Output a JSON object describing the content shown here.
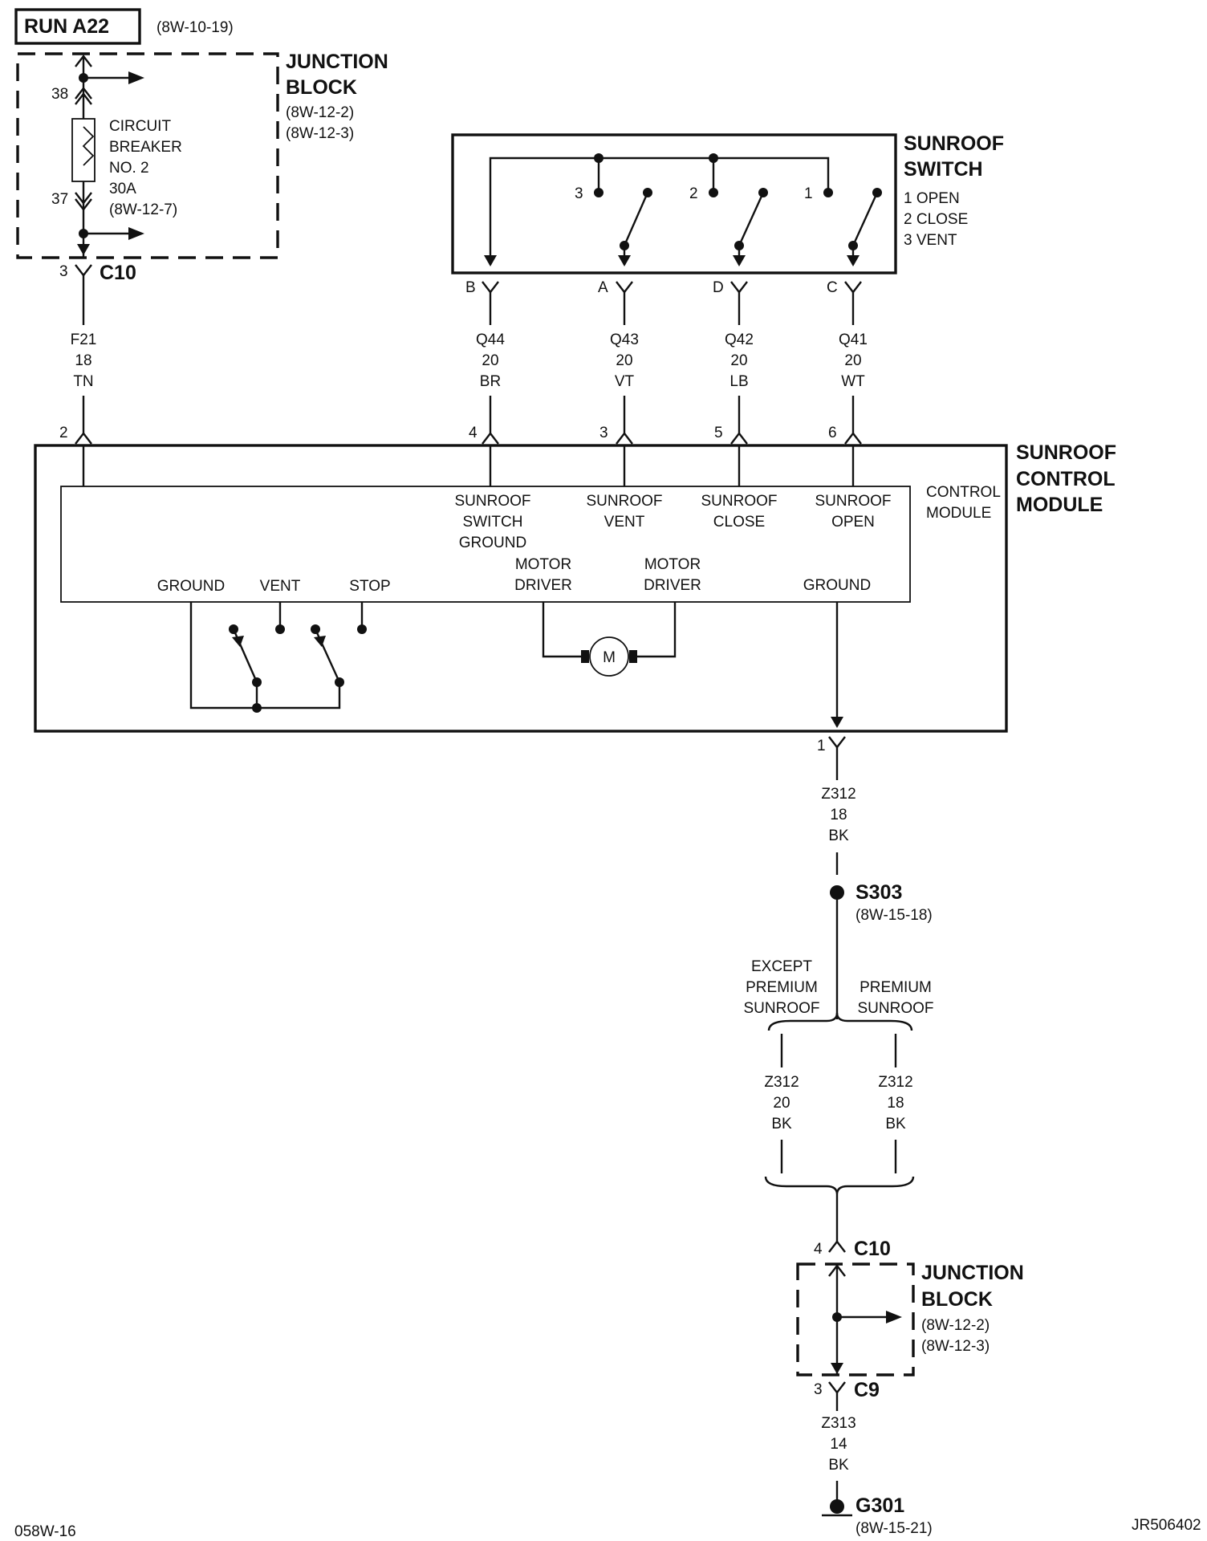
{
  "header": {
    "run_label": "RUN A22",
    "run_ref": "(8W-10-19)"
  },
  "junction_block_top": {
    "title_line1": "JUNCTION",
    "title_line2": "BLOCK",
    "ref1": "(8W-12-2)",
    "ref2": "(8W-12-3)",
    "pin_in": "38",
    "pin_out": "37",
    "breaker_line1": "CIRCUIT",
    "breaker_line2": "BREAKER",
    "breaker_line3": "NO. 2",
    "breaker_rating": "30A",
    "breaker_ref": "(8W-12-7)",
    "connector_pin": "3",
    "connector": "C10"
  },
  "wire_f21": {
    "circuit": "F21",
    "gauge": "18",
    "color": "TN"
  },
  "sunroof_switch": {
    "title_line1": "SUNROOF",
    "title_line2": "SWITCH",
    "legend": [
      "1 OPEN",
      "2 CLOSE",
      "3 VENT"
    ],
    "contacts": [
      "3",
      "2",
      "1"
    ],
    "pins": [
      "B",
      "A",
      "D",
      "C"
    ]
  },
  "switch_wires": [
    {
      "circuit": "Q44",
      "gauge": "20",
      "color": "BR",
      "module_pin": "4"
    },
    {
      "circuit": "Q43",
      "gauge": "20",
      "color": "VT",
      "module_pin": "3"
    },
    {
      "circuit": "Q42",
      "gauge": "20",
      "color": "LB",
      "module_pin": "5"
    },
    {
      "circuit": "Q41",
      "gauge": "20",
      "color": "WT",
      "module_pin": "6"
    }
  ],
  "control_module": {
    "title_line1": "SUNROOF",
    "title_line2": "CONTROL",
    "title_line3": "MODULE",
    "inner_label_line1": "CONTROL",
    "inner_label_line2": "MODULE",
    "power_pin": "2",
    "labels": {
      "switch_ground": [
        "SUNROOF",
        "SWITCH",
        "GROUND"
      ],
      "vent": [
        "SUNROOF",
        "VENT"
      ],
      "close": [
        "SUNROOF",
        "CLOSE"
      ],
      "open": [
        "SUNROOF",
        "OPEN"
      ],
      "ground_left": "GROUND",
      "vent_relay": "VENT",
      "stop": "STOP",
      "motor_driver_1": [
        "MOTOR",
        "DRIVER"
      ],
      "motor_driver_2": [
        "MOTOR",
        "DRIVER"
      ],
      "ground_right": "GROUND"
    },
    "motor_symbol": "M",
    "ground_pin": "1"
  },
  "wire_z312_main": {
    "circuit": "Z312",
    "gauge": "18",
    "color": "BK"
  },
  "splice": {
    "id": "S303",
    "ref": "(8W-15-18)"
  },
  "branch_left": {
    "label": [
      "EXCEPT",
      "PREMIUM",
      "SUNROOF"
    ],
    "circuit": "Z312",
    "gauge": "20",
    "color": "BK"
  },
  "branch_right": {
    "label": [
      "PREMIUM",
      "SUNROOF"
    ],
    "circuit": "Z312",
    "gauge": "18",
    "color": "BK"
  },
  "junction_block_bottom": {
    "title_line1": "JUNCTION",
    "title_line2": "BLOCK",
    "ref1": "(8W-12-2)",
    "ref2": "(8W-12-3)",
    "in_pin": "4",
    "in_connector": "C10",
    "out_pin": "3",
    "out_connector": "C9"
  },
  "wire_z313": {
    "circuit": "Z313",
    "gauge": "14",
    "color": "BK"
  },
  "ground": {
    "id": "G301",
    "ref": "(8W-15-21)"
  },
  "footer": {
    "left": "058W-16",
    "right": "JR506402"
  }
}
